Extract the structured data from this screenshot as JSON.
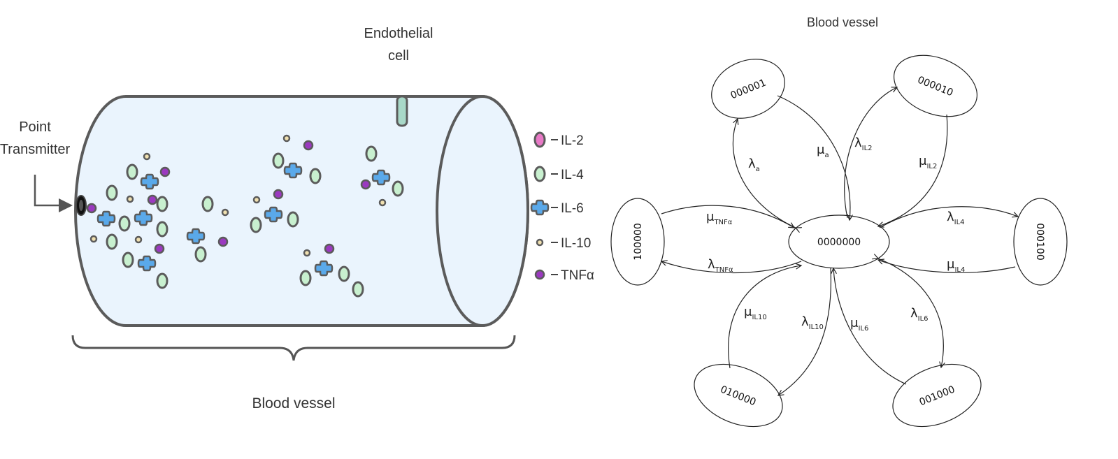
{
  "left_panel": {
    "point_transmitter_line1": "Point",
    "point_transmitter_line2": "Transmitter",
    "endothelial_line1": "Endothelial",
    "endothelial_line2": "cell",
    "vessel_label": "Blood vessel",
    "legend": [
      {
        "label": "IL-2",
        "shape": "oval",
        "color": "#e879c6"
      },
      {
        "label": "IL-4",
        "shape": "oval",
        "color": "#c8f0cf"
      },
      {
        "label": "IL-6",
        "shape": "cross",
        "color": "#5aa9ea"
      },
      {
        "label": "IL-10",
        "shape": "small-dot",
        "color": "#f0e0b0"
      },
      {
        "label": "TNFα",
        "shape": "dot",
        "color": "#9b39c0"
      }
    ],
    "colors": {
      "vessel_fill": "#eaf4fd",
      "vessel_stroke": "#5b5b5b",
      "endothelial": "#a8d8c8",
      "transmitter": "#111111"
    }
  },
  "right_panel": {
    "title": "Blood vessel",
    "center_state": "0000000",
    "states": {
      "top_left": "000001",
      "top_right": "000010",
      "left": "100000",
      "right": "000100",
      "bottom_left": "010000",
      "bottom_right": "001000"
    },
    "edge_labels": {
      "lambda_a": {
        "sym": "λ",
        "sub": "a"
      },
      "mu_a": {
        "sym": "μ",
        "sub": "a"
      },
      "lambda_il2": {
        "sym": "λ",
        "sub": "IL2"
      },
      "mu_il2": {
        "sym": "μ",
        "sub": "IL2"
      },
      "mu_tnf": {
        "sym": "μ",
        "sub": "TNFα"
      },
      "lambda_tnf": {
        "sym": "λ",
        "sub": "TNFα"
      },
      "lambda_il4": {
        "sym": "λ",
        "sub": "IL4"
      },
      "mu_il4": {
        "sym": "μ",
        "sub": "IL4"
      },
      "mu_il10": {
        "sym": "μ",
        "sub": "IL10"
      },
      "lambda_il10": {
        "sym": "λ",
        "sub": "IL10"
      },
      "mu_il6": {
        "sym": "μ",
        "sub": "IL6"
      },
      "lambda_il6": {
        "sym": "λ",
        "sub": "IL6"
      }
    }
  }
}
